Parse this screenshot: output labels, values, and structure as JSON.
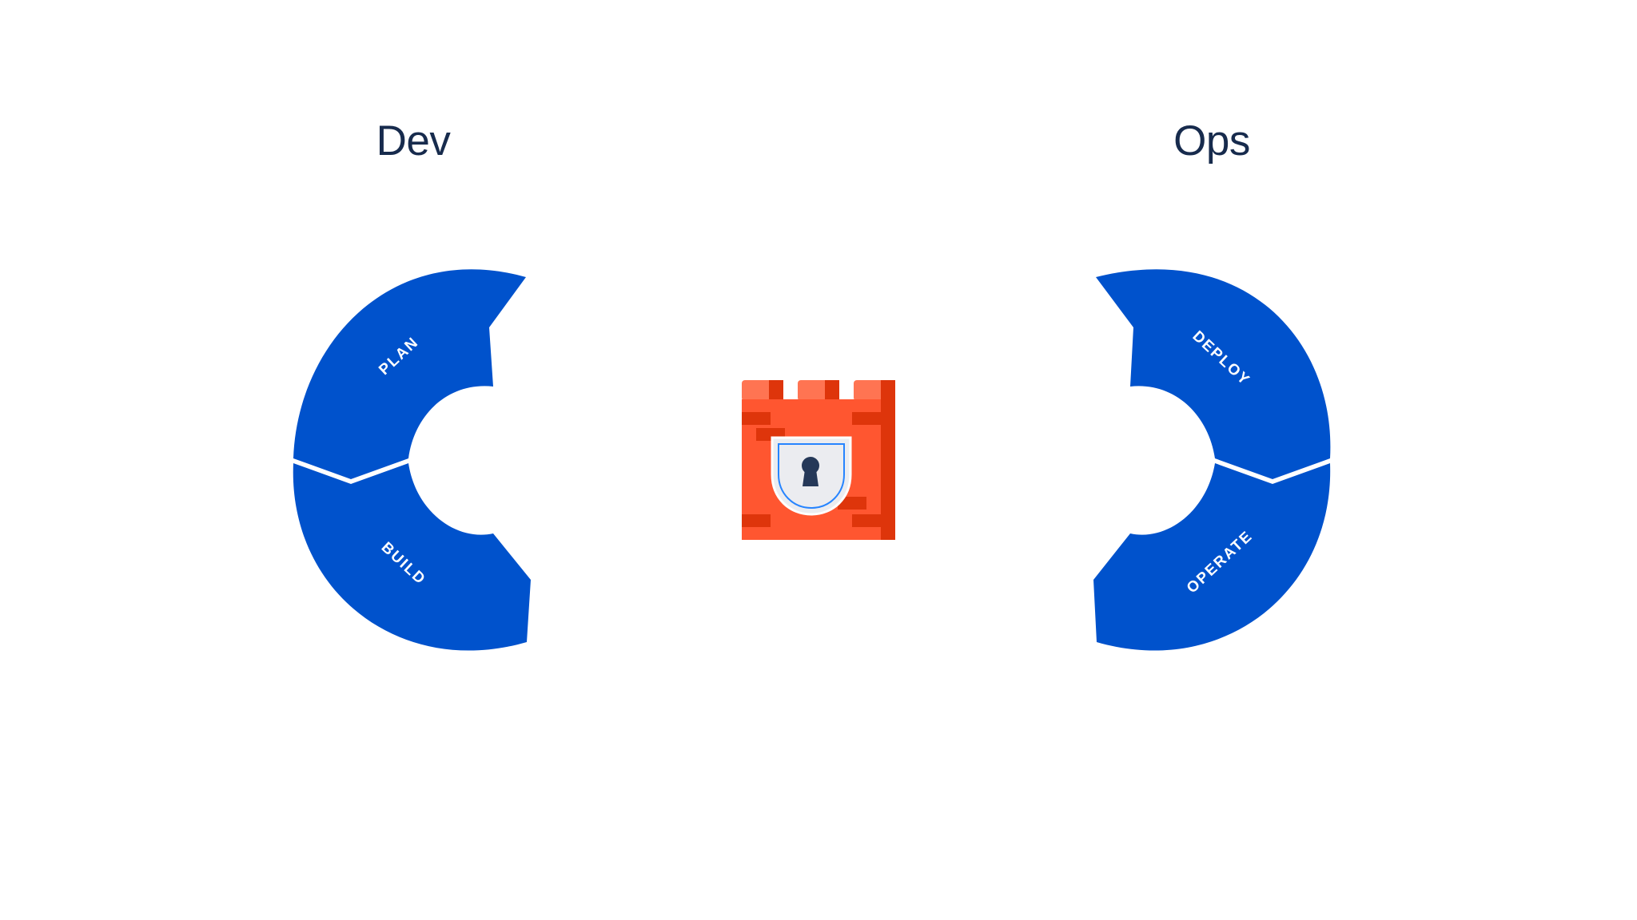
{
  "dev": {
    "title": "Dev",
    "stages": [
      "PLAN",
      "BUILD"
    ]
  },
  "ops": {
    "title": "Ops",
    "stages": [
      "DEPLOY",
      "OPERATE"
    ]
  },
  "security": {
    "icon": "castle-lock-icon"
  },
  "colors": {
    "loop_blue": "#0052cc",
    "heading_text": "#172b4d",
    "castle_red": "#ff5630",
    "castle_dark": "#de350b",
    "castle_light": "#ff7452",
    "shield_fill": "#ebecf0",
    "shield_border": "#2684ff",
    "keyhole": "#253858"
  }
}
